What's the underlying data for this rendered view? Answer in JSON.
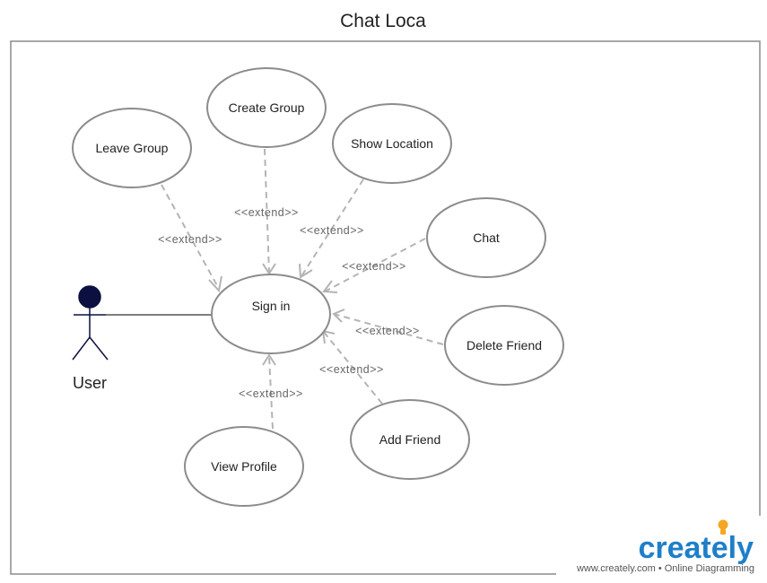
{
  "diagram": {
    "title": "Chat Loca",
    "actor": {
      "name": "User",
      "icon": "stick-figure-icon"
    },
    "use_cases": {
      "leave_group": "Leave Group",
      "create_group": "Create Group",
      "show_location": "Show Location",
      "chat": "Chat",
      "sign_in": "Sign in",
      "delete_friend": "Delete Friend",
      "add_friend": "Add Friend",
      "view_profile": "View Profile"
    },
    "relationships": {
      "leave_group": "<<extend>>",
      "create_group": "<<extend>>",
      "show_location": "<<extend>>",
      "chat": "<<extend>>",
      "delete_friend": "<<extend>>",
      "add_friend": "<<extend>>",
      "view_profile": "<<extend>>"
    }
  },
  "watermark": {
    "logo_text": "creately",
    "tagline": "www.creately.com • Online Diagramming"
  },
  "colors": {
    "ellipse_stroke": "#8c8c8c",
    "extend_line": "#b4b4b4",
    "actor_head": "#0b1040",
    "brand_blue": "#1e7fc8",
    "brand_bulb": "#f5a623"
  }
}
